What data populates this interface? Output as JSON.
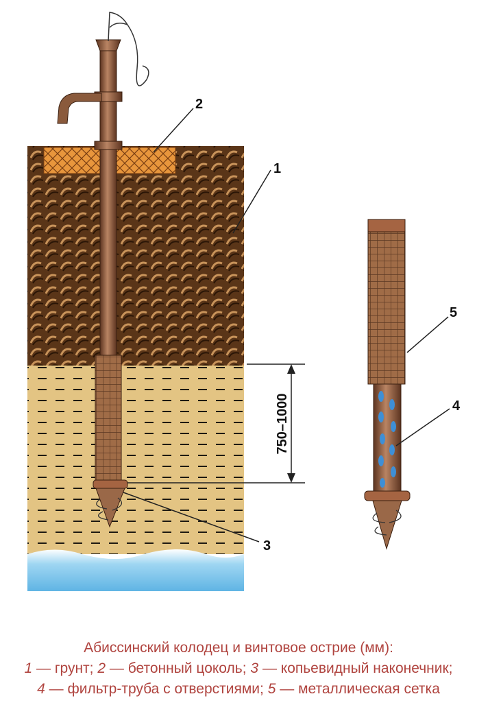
{
  "diagram": {
    "callouts": [
      "1",
      "2",
      "3",
      "4",
      "5"
    ],
    "dimension_label": "750–1000"
  },
  "caption": {
    "title": "Абиссинский колодец и винтовое острие (мм):",
    "items": [
      {
        "num": "1",
        "text": "— грунт;"
      },
      {
        "num": "2",
        "text": "— бетонный цоколь;"
      },
      {
        "num": "3",
        "text": "— копьевидный наконечник;"
      },
      {
        "num": "4",
        "text": "— фильтр-труба с отверстиями;"
      },
      {
        "num": "5",
        "text": "— металлическая сетка"
      }
    ]
  },
  "colors": {
    "soil_dark": "#5a3518",
    "sand": "#e3c483",
    "water": "#9fd6f2",
    "pipe": "#8a5a3c",
    "concrete": "#e8963c",
    "caption_text": "#b0443f"
  }
}
